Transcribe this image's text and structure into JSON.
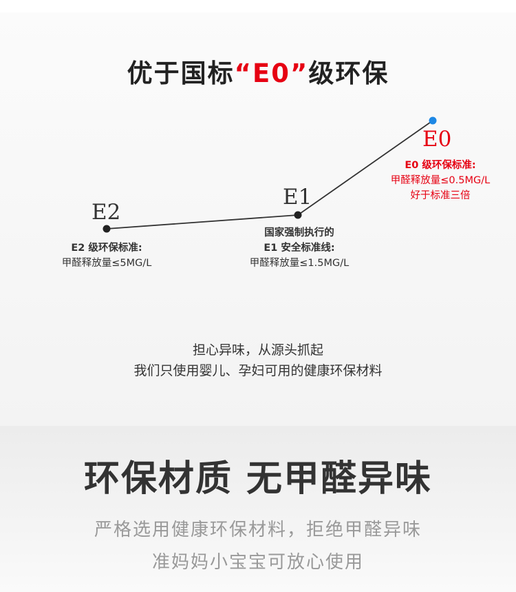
{
  "header": {
    "title_prefix": "优于国标",
    "title_highlight": "“E0”",
    "title_suffix": "级环保"
  },
  "levels": {
    "e2": {
      "label": "E2",
      "caption_title": "E2 级环保标准:",
      "caption_line1": "甲醛释放量≤5MG/L"
    },
    "e1": {
      "label": "E1",
      "caption_title1": "国家强制执行的",
      "caption_title2": "E1 安全标准线:",
      "caption_line1": "甲醛释放量≤1.5MG/L"
    },
    "e0": {
      "label": "E0",
      "caption_title": "E0 级环保标准:",
      "caption_line1": "甲醛释放量≤0.5MG/L",
      "caption_line2": "好于标准三倍"
    }
  },
  "middle": {
    "line1": "担心异味，从源头抓起",
    "line2": "我们只使用婴儿、孕妇可用的健康环保材料"
  },
  "footer": {
    "headline": "环保材质 无甲醛异味",
    "sub1": "严格选用健康环保材料，拒绝甲醛异味",
    "sub2": "准妈妈小宝宝可放心使用"
  },
  "colors": {
    "accent_red": "#e60012",
    "marker_blue": "#1e88e5",
    "line": "#333333"
  }
}
